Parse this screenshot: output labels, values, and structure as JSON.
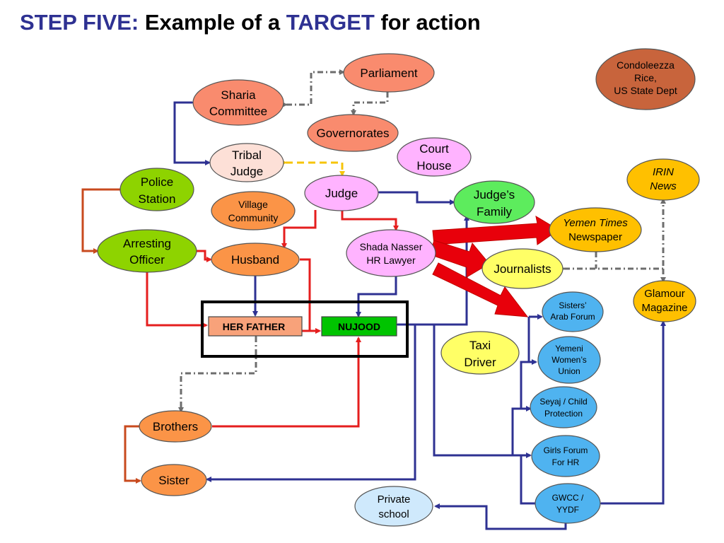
{
  "title": {
    "part1": "STEP FIVE:",
    "part2": " Example of a ",
    "part3": "TARGET",
    "part4": " for action"
  },
  "colors": {
    "title_blue": "#2e3192",
    "salmon": "#f98b6e",
    "orange": "#fb9447",
    "green": "#8ed300",
    "bright_green": "#5dec5d",
    "pink": "#ffb3ff",
    "light_pink": "#fde0d7",
    "yellow": "#ffff66",
    "gold": "#ffc000",
    "blue": "#4fb3f0",
    "light_blue": "#cfe9fc",
    "brown": "#c8643c",
    "red_line": "#e51e1e",
    "navy_line": "#2e3192",
    "gray_line": "#6d6d6d",
    "yellow_line": "#f6c40a",
    "nujood_green": "#00c400",
    "father_orange": "#f8a27a"
  },
  "nodes": {
    "parliament": "Parliament",
    "sharia_committee": [
      "Sharia",
      "Committee"
    ],
    "governorates": "Governorates",
    "condoleezza": [
      "Condoleezza",
      "Rice,",
      "US State Dept"
    ],
    "tribal_judge": [
      "Tribal",
      "Judge"
    ],
    "court_house": [
      "Court",
      "House"
    ],
    "irin_news": [
      "IRIN",
      "News"
    ],
    "police_station": [
      "Police",
      "Station"
    ],
    "judge": "Judge",
    "judges_family": [
      "Judge’s",
      "Family"
    ],
    "village_community": [
      "Village",
      "Community"
    ],
    "yemen_times": [
      "Yemen Times",
      "Newspaper"
    ],
    "arresting_officer": [
      "Arresting",
      "Officer"
    ],
    "husband": "Husband",
    "shada_nasser": [
      "Shada Nasser",
      "HR Lawyer"
    ],
    "journalists": "Journalists",
    "glamour_magazine": [
      "Glamour",
      "Magazine"
    ],
    "sisters_arab_forum": [
      "Sisters’",
      "Arab Forum"
    ],
    "her_father": "HER FATHER",
    "nujood": "NUJOOD",
    "taxi_driver": [
      "Taxi",
      "Driver"
    ],
    "yemeni_womens_union": [
      "Yemeni",
      "Women’s",
      "Union"
    ],
    "seyaj": [
      "Seyaj / Child",
      "Protection"
    ],
    "brothers": "Brothers",
    "girls_forum": [
      "Girls Forum",
      "For HR"
    ],
    "sister": "Sister",
    "gwcc": [
      "GWCC /",
      "YYDF"
    ],
    "private_school": [
      "Private",
      "school"
    ]
  }
}
